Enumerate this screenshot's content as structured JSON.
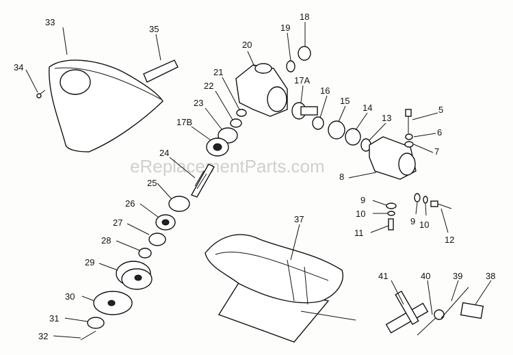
{
  "watermark": "eReplacementParts.com",
  "callouts": [
    {
      "id": "33",
      "text": "33"
    },
    {
      "id": "35",
      "text": "35"
    },
    {
      "id": "34",
      "text": "34"
    },
    {
      "id": "20",
      "text": "20"
    },
    {
      "id": "19",
      "text": "19"
    },
    {
      "id": "18",
      "text": "18"
    },
    {
      "id": "21",
      "text": "21"
    },
    {
      "id": "22",
      "text": "22"
    },
    {
      "id": "23",
      "text": "23"
    },
    {
      "id": "17B",
      "text": "17B"
    },
    {
      "id": "17A",
      "text": "17A"
    },
    {
      "id": "16",
      "text": "16"
    },
    {
      "id": "15",
      "text": "15"
    },
    {
      "id": "14",
      "text": "14"
    },
    {
      "id": "13",
      "text": "13"
    },
    {
      "id": "5",
      "text": "5"
    },
    {
      "id": "6",
      "text": "6"
    },
    {
      "id": "7",
      "text": "7"
    },
    {
      "id": "8",
      "text": "8"
    },
    {
      "id": "24",
      "text": "24"
    },
    {
      "id": "25",
      "text": "25"
    },
    {
      "id": "26",
      "text": "26"
    },
    {
      "id": "27",
      "text": "27"
    },
    {
      "id": "28",
      "text": "28"
    },
    {
      "id": "29",
      "text": "29"
    },
    {
      "id": "30",
      "text": "30"
    },
    {
      "id": "31",
      "text": "31"
    },
    {
      "id": "32",
      "text": "32"
    },
    {
      "id": "37",
      "text": "37"
    },
    {
      "id": "9a",
      "text": "9"
    },
    {
      "id": "10a",
      "text": "10"
    },
    {
      "id": "11",
      "text": "11"
    },
    {
      "id": "9b",
      "text": "9"
    },
    {
      "id": "10b",
      "text": "10"
    },
    {
      "id": "12",
      "text": "12"
    },
    {
      "id": "41",
      "text": "41"
    },
    {
      "id": "40",
      "text": "40"
    },
    {
      "id": "39",
      "text": "39"
    },
    {
      "id": "38",
      "text": "38"
    }
  ]
}
